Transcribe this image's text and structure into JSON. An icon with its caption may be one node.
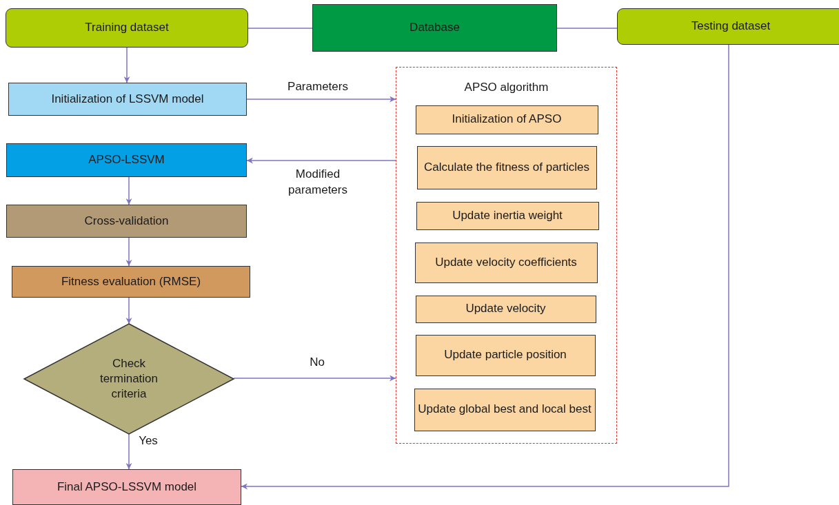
{
  "diagram": {
    "nodes": [
      {
        "text": [
          "Training dataset"
        ]
      },
      {
        "text": [
          "Database"
        ]
      },
      {
        "text": [
          "Testing dataset"
        ]
      },
      {
        "text": [
          "Initialization of LSSVM model"
        ]
      },
      {
        "text": [
          "APSO-LSSVM"
        ]
      },
      {
        "text": [
          "Cross-validation"
        ]
      },
      {
        "text": [
          "Fitness evaluation (RMSE)"
        ]
      },
      {
        "text": [
          "Check termination criteria"
        ]
      },
      {
        "text": [
          "Final APSO-LSSVM model"
        ]
      },
      {
        "text": [
          "APSO algorithm"
        ]
      },
      {
        "text": [
          "Initialization of APSO"
        ],
        "in": 9
      },
      {
        "text": [
          "Calculate the fitness of particles"
        ],
        "in": 9
      },
      {
        "text": [
          "Update inertia weight"
        ],
        "in": 9
      },
      {
        "text": [
          "Update velocity coefficients"
        ],
        "in": 9
      },
      {
        "text": [
          "Update velocity"
        ],
        "in": 9
      },
      {
        "text": [
          "Update particle position"
        ],
        "in": 9
      },
      {
        "text": [
          "Update global best and local best"
        ],
        "in": 9
      }
    ],
    "edges": [
      {
        "from": 1,
        "to": 0,
        "arrow": "none"
      },
      {
        "from": 1,
        "to": 2,
        "arrow": "none"
      },
      {
        "from": 0,
        "to": 3,
        "arrow": "to"
      },
      {
        "from": 3,
        "to": 9,
        "arrow": "to",
        "label": "Parameters"
      },
      {
        "from": 9,
        "to": 4,
        "arrow": "to",
        "label": "Modified parameters"
      },
      {
        "from": 4,
        "to": 5,
        "arrow": "to"
      },
      {
        "from": 5,
        "to": 6,
        "arrow": "to"
      },
      {
        "from": 6,
        "to": 7,
        "arrow": "to"
      },
      {
        "from": 7,
        "to": 9,
        "arrow": "to",
        "label": "No"
      },
      {
        "from": 7,
        "to": 8,
        "arrow": "to",
        "label": "Yes"
      },
      {
        "from": 2,
        "to": 8,
        "arrow": "to"
      }
    ]
  }
}
